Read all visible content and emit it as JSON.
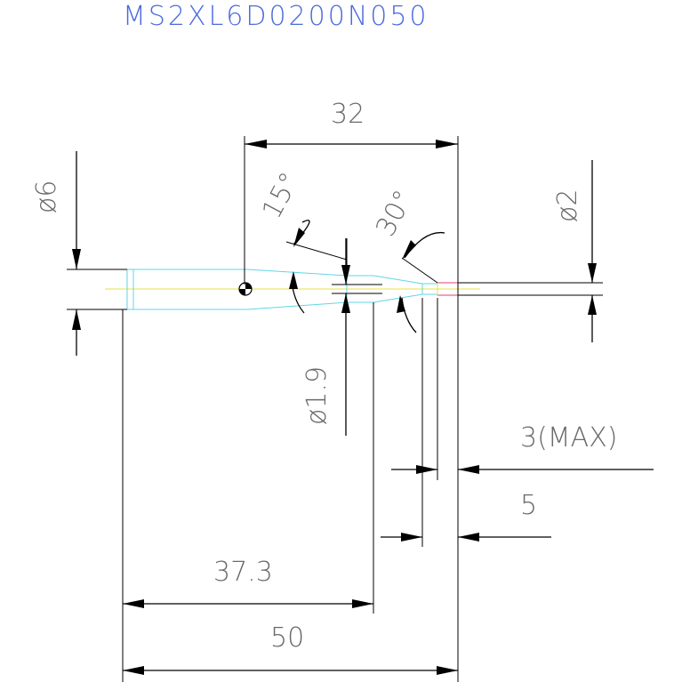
{
  "title": "MS2XL6D0200N050",
  "colors": {
    "title": "#4b6bdc",
    "outline": "#5fd6e8",
    "centerline": "#e8e24a",
    "tip": "#e0407a",
    "dimension": "#000000",
    "dimension_text": "#6a6a6a"
  },
  "dimensions": {
    "length_32": "32",
    "shank_dia": "ø6",
    "angle_15": "15°",
    "angle_30": "30°",
    "tip_dia": "ø2",
    "neck_dia": "ø1.9",
    "flute_max": "3(MAX)",
    "length_5": "5",
    "length_37_3": "37.3",
    "overall_50": "50"
  }
}
